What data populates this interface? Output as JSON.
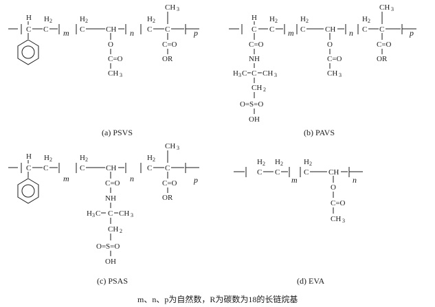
{
  "atoms": {
    "C": "C",
    "H": "H",
    "CH": "CH",
    "CH3": "CH",
    "three": "3",
    "two": "2",
    "O": "O",
    "NH": "NH",
    "OR": "OR",
    "OH": "OH",
    "CO": "C=O",
    "SO": "S=O",
    "Oeq": "O=",
    "H3C": "H",
    "H3Cc": "C",
    "dashC": "C",
    "dashCH3": "CH",
    "dash": "—"
  },
  "subscripts": {
    "m": "m",
    "n": "n",
    "p": "p"
  },
  "captions": {
    "a": "(a) PSVS",
    "b": "(b) PAVS",
    "c": "(c) PSAS",
    "d": "(d) EVA"
  },
  "note": "m、n、p为自然数，R为碳数为18的长链烷基"
}
